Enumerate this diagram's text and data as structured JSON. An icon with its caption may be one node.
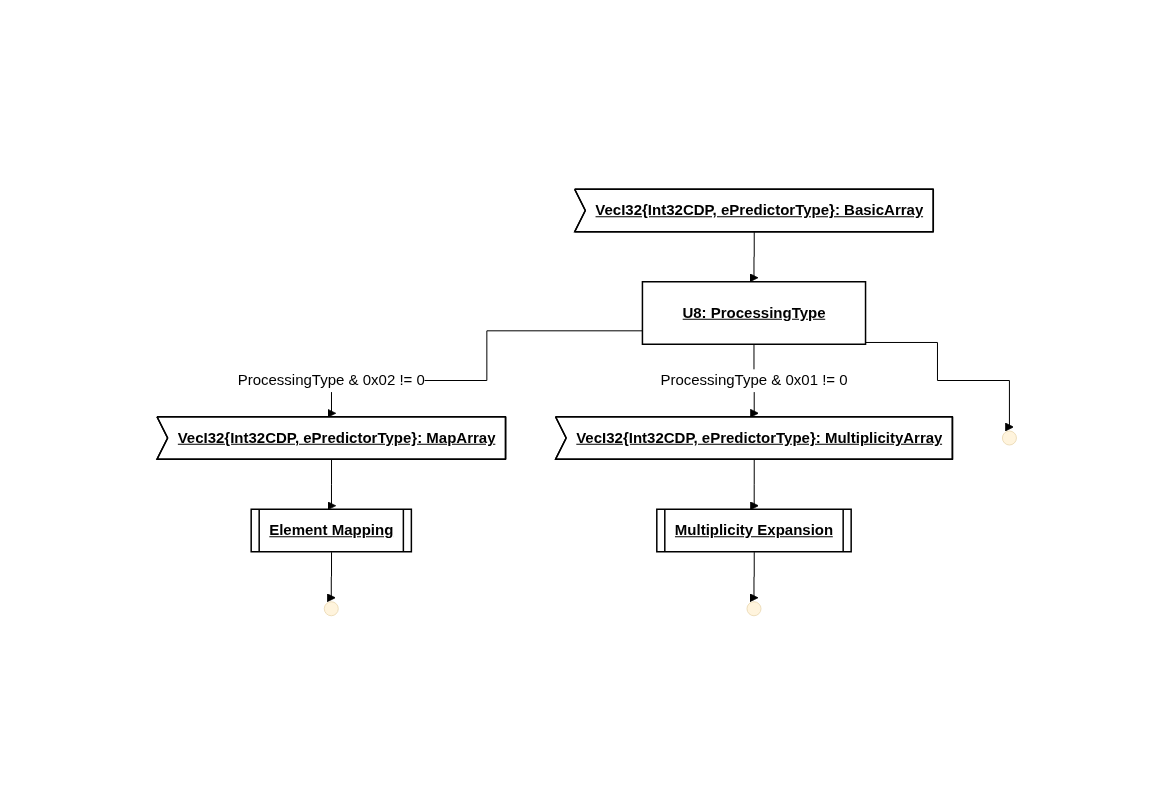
{
  "diagram": {
    "nodes": [
      {
        "text": [
          "VecI32{Int32CDP, ePredictorType}: BasicArray"
        ]
      },
      {
        "text": [
          "U8: ProcessingType"
        ]
      },
      {
        "text": [
          "VecI32{Int32CDP, ePredictorType}: MapArray"
        ]
      },
      {
        "text": [
          "Element Mapping"
        ]
      },
      {
        "text": [
          "VecI32{Int32CDP, ePredictorType}: MultiplicityArray"
        ]
      },
      {
        "text": [
          "Multiplicity Expansion"
        ]
      }
    ],
    "edges": [
      {
        "from": 0,
        "to": 1,
        "arrow": "to"
      },
      {
        "from": 1,
        "to": 2,
        "arrow": "to",
        "label": "ProcessingType & 0x02 != 0"
      },
      {
        "from": 2,
        "to": 3,
        "arrow": "to"
      },
      {
        "from": 3,
        "to": null,
        "arrow": "to"
      },
      {
        "from": 1,
        "to": 4,
        "arrow": "to",
        "label": "ProcessingType & 0x01 != 0"
      },
      {
        "from": 4,
        "to": 5,
        "arrow": "to"
      },
      {
        "from": 5,
        "to": null,
        "arrow": "to"
      },
      {
        "from": 1,
        "to": null,
        "arrow": "to"
      }
    ]
  }
}
